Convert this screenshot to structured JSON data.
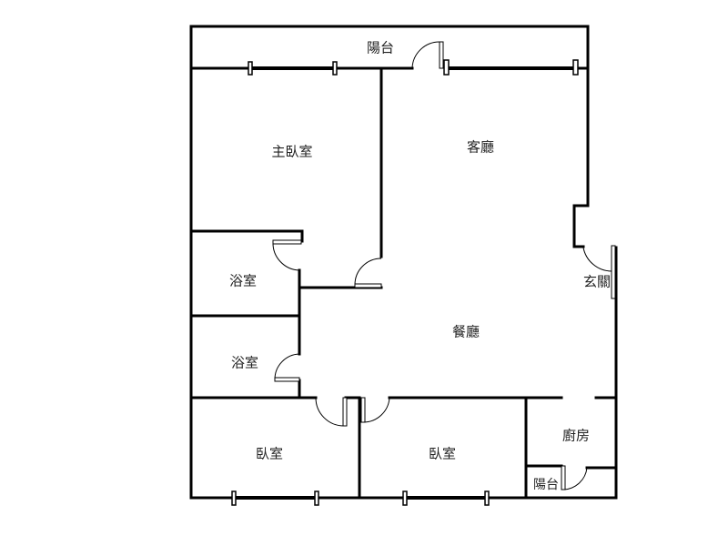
{
  "floor_plan": {
    "rooms": {
      "balcony_top": "陽台",
      "master_bedroom": "主臥室",
      "living_room": "客廳",
      "bathroom_1": "浴室",
      "bathroom_2": "浴室",
      "dining_room": "餐廳",
      "entrance": "玄關",
      "bedroom_1": "臥室",
      "bedroom_2": "臥室",
      "kitchen": "廚房",
      "balcony_kitchen": "陽台"
    }
  }
}
